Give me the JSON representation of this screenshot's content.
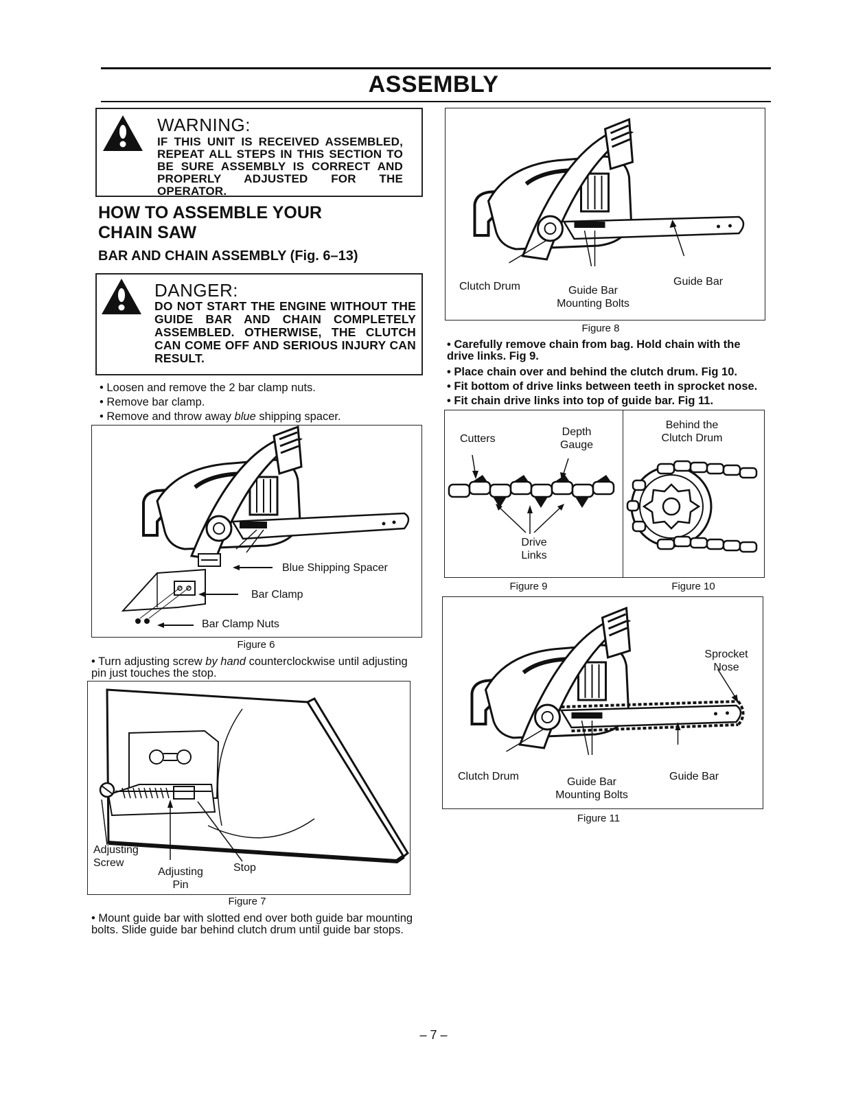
{
  "page": {
    "title": "ASSEMBLY",
    "page_number": "– 7 –"
  },
  "warning": {
    "heading": "WARNING:",
    "text": "IF THIS UNIT IS RECEIVED ASSEMBLED, REPEAT ALL STEPS IN THIS SECTION TO BE SURE ASSEMBLY IS CORRECT AND PROPERLY ADJUSTED FOR THE OPERATOR."
  },
  "section": {
    "heading": "HOW TO ASSEMBLE YOUR CHAIN SAW",
    "subheading": "BAR AND CHAIN ASSEMBLY (Fig. 6–13)"
  },
  "danger": {
    "heading": "DANGER:",
    "text": "DO NOT START THE ENGINE WITHOUT THE GUIDE BAR AND CHAIN COMPLETELY ASSEMBLED. OTHERWISE, THE CLUTCH CAN COME OFF AND SERIOUS INJURY CAN RESULT."
  },
  "left_steps": [
    "• Loosen and remove the 2 bar clamp nuts.",
    "• Remove bar clamp."
  ],
  "step_spacer": {
    "before": "• Remove and throw away ",
    "em": "blue",
    "after": " shipping spacer."
  },
  "step_adjust": {
    "before": "• Turn adjusting screw ",
    "em": "by hand",
    "after": " counterclockwise until adjusting pin just touches the stop."
  },
  "step_mount": "• Mount guide bar with slotted end over both guide bar mounting bolts. Slide guide bar behind clutch drum until guide bar stops.",
  "fig6": {
    "caption": "Figure 6",
    "labels": {
      "spacer": "Blue Shipping Spacer",
      "clamp": "Bar Clamp",
      "nuts": "Bar Clamp Nuts"
    }
  },
  "fig7": {
    "caption": "Figure 7",
    "labels": {
      "screw": "Adjusting Screw",
      "pin": "Adjusting Pin",
      "stop": "Stop"
    }
  },
  "fig8": {
    "caption": "Figure 8",
    "labels": {
      "clutch": "Clutch Drum",
      "bolts": "Guide Bar Mounting Bolts",
      "bar": "Guide Bar"
    }
  },
  "right_steps": [
    "• Carefully remove chain from bag. Hold chain with the drive links. Fig 9.",
    "• Place chain over and behind the clutch drum. Fig 10.",
    "• Fit bottom of drive links between teeth in sprocket nose.",
    "• Fit chain drive links into top of guide bar. Fig 11."
  ],
  "fig9": {
    "caption": "Figure 9",
    "labels": {
      "cutters": "Cutters",
      "depth": "Depth Gauge",
      "drive": "Drive Links"
    }
  },
  "fig10": {
    "caption": "Figure 10",
    "labels": {
      "behind": "Behind the Clutch Drum"
    }
  },
  "fig11": {
    "caption": "Figure 11",
    "labels": {
      "sprocket": "Sprocket Nose",
      "clutch": "Clutch Drum",
      "bolts": "Guide Bar Mounting Bolts",
      "bar": "Guide Bar"
    }
  },
  "icons": {
    "warning": "warning-triangle-icon",
    "danger": "danger-triangle-icon"
  }
}
